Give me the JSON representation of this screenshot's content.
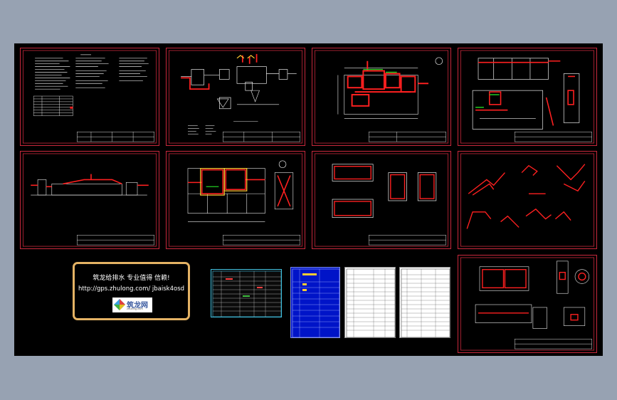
{
  "promo": {
    "line1": "筑龙给排水 专业值得 信赖!",
    "line2": "http://gps.zhulong.com/ jbaisk4osd",
    "logo_text": "筑龙网",
    "logo_sub": "zhulong.com"
  },
  "icons": [
    "zhulong-logo-icon",
    "north-arrow-icon"
  ],
  "colors": {
    "workspace": "#97a2b2",
    "canvas": "#000000",
    "frame": "#c8283c",
    "drawing": "#ff2020",
    "promo_border": "#e4b264",
    "blue_sheet": "#0014c8"
  }
}
